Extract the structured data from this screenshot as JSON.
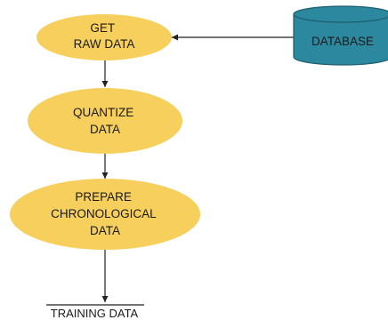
{
  "colors": {
    "process_fill": "#f7cf5c",
    "database_fill": "#2b889e",
    "database_stroke": "#1d5f6f",
    "line": "#222222"
  },
  "nodes": {
    "get_raw_data": {
      "line1": "GET",
      "line2": "RAW DATA"
    },
    "quantize_data": {
      "line1": "QUANTIZE",
      "line2": "DATA"
    },
    "prepare_chronological_data": {
      "line1": "PREPARE",
      "line2": "CHRONOLOGICAL",
      "line3": "DATA"
    },
    "database": {
      "label": "DATABASE"
    }
  },
  "output": {
    "label": "TRAINING DATA"
  }
}
